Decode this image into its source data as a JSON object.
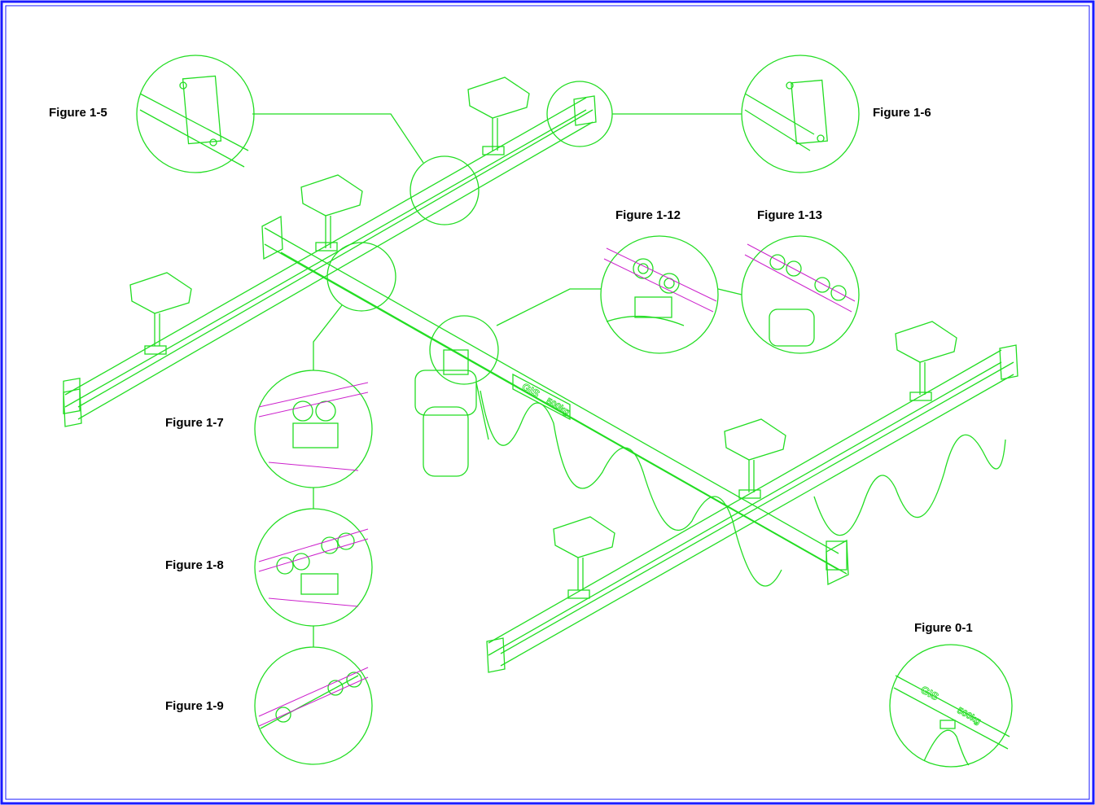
{
  "colors": {
    "border": "#1a1aff",
    "drawing_lines": "#22dd22",
    "rail_magenta": "#cc22cc",
    "label_text": "#000000"
  },
  "labels": {
    "fig_1_5": "Figure 1-5",
    "fig_1_6": "Figure 1-6",
    "fig_1_12": "Figure 1-12",
    "fig_1_13": "Figure 1-13",
    "fig_1_7": "Figure 1-7",
    "fig_1_8": "Figure 1-8",
    "fig_1_9": "Figure 1-9",
    "fig_0_1": "Figure 0-1"
  },
  "rail_marking": {
    "brand": "GIS",
    "capacity": "500kg"
  }
}
